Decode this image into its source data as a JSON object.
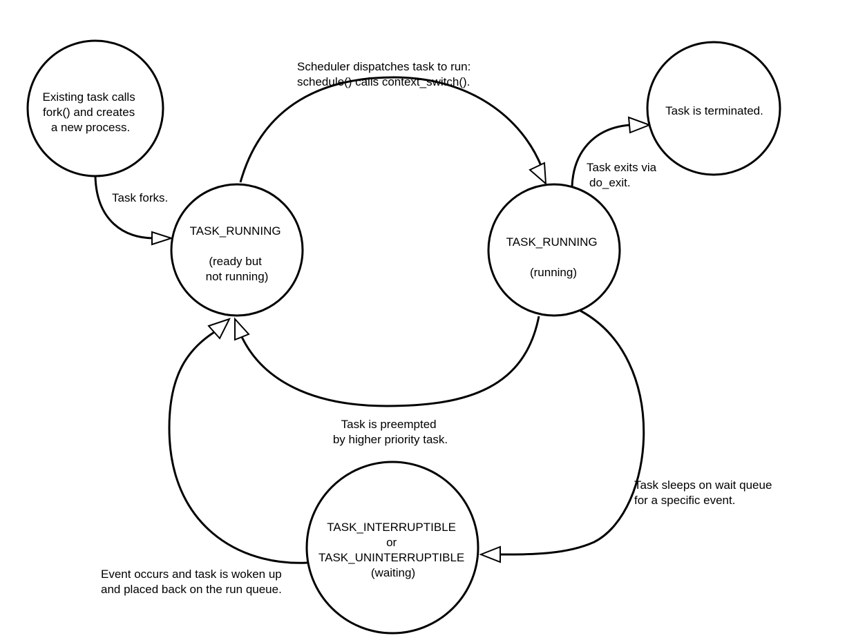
{
  "nodes": {
    "fork_source": {
      "lines": [
        "Existing task calls",
        "fork() and creates",
        "a new process."
      ]
    },
    "ready": {
      "lines": [
        "TASK_RUNNING",
        "",
        "(ready but",
        "not running)"
      ]
    },
    "running": {
      "lines": [
        "TASK_RUNNING",
        "",
        "(running)"
      ]
    },
    "terminated": {
      "lines": [
        "Task is terminated."
      ]
    },
    "waiting": {
      "lines": [
        "TASK_INTERRUPTIBLE",
        "or",
        "TASK_UNINTERRUPTIBLE",
        "(waiting)"
      ]
    }
  },
  "edges": {
    "forks": {
      "lines": [
        "Task forks."
      ]
    },
    "dispatch": {
      "lines": [
        "Scheduler dispatches task to run:",
        "schedule() calls context_switch()."
      ]
    },
    "exit": {
      "lines": [
        "Task exits via",
        "do_exit."
      ]
    },
    "preempt": {
      "lines": [
        "Task is preempted",
        "by higher priority task."
      ]
    },
    "sleep": {
      "lines": [
        "Task sleeps on wait queue",
        "for a specific event."
      ]
    },
    "wake": {
      "lines": [
        "Event occurs and task is woken up",
        "and placed back on the run queue."
      ]
    }
  }
}
